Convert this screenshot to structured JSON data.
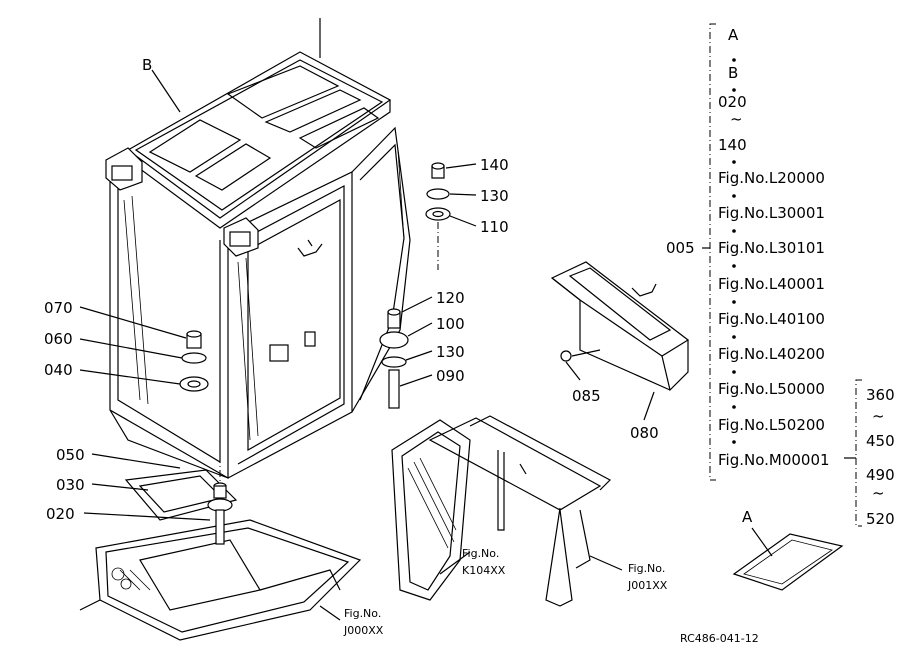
{
  "callouts": {
    "B": "B",
    "A": "A",
    "p140": "140",
    "p130a": "130",
    "p110": "110",
    "p120": "120",
    "p100": "100",
    "p130b": "130",
    "p090": "090",
    "p070": "070",
    "p060": "060",
    "p040": "040",
    "p050": "050",
    "p030": "030",
    "p020": "020",
    "p085": "085",
    "p080": "080",
    "p005": "005"
  },
  "figrefs": {
    "j000_a": "Fig.No.",
    "j000_b": "J000XX",
    "k104_a": "Fig.No.",
    "k104_b": "K104XX",
    "j001_a": "Fig.No.",
    "j001_b": "J001XX"
  },
  "list": {
    "items": [
      "A",
      "B",
      "020",
      "~",
      "140",
      "Fig.No.L20000",
      "Fig.No.L30001",
      "Fig.No.L30101",
      "Fig.No.L40001",
      "Fig.No.L40100",
      "Fig.No.L40200",
      "Fig.No.L50000",
      "Fig.No.L50200",
      "Fig.No.M00001"
    ],
    "range": [
      "360",
      "~",
      "450",
      "490",
      "~",
      "520"
    ]
  },
  "doc_code": "RC486-041-12"
}
